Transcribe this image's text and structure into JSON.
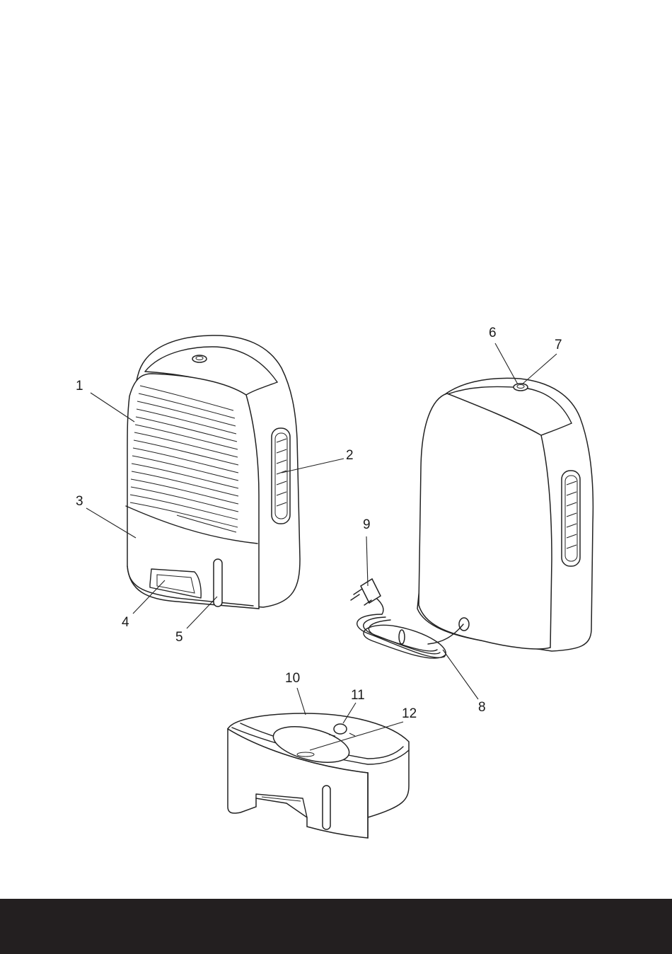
{
  "colors": {
    "line": "#222222",
    "background": "#ffffff",
    "footer": "#231f20"
  },
  "labels": {
    "p1": "1",
    "p2": "2",
    "p3": "3",
    "p4": "4",
    "p5": "5",
    "p6": "6",
    "p7": "7",
    "p8": "8",
    "p9": "9",
    "p10": "10",
    "p11": "11",
    "p12": "12"
  }
}
